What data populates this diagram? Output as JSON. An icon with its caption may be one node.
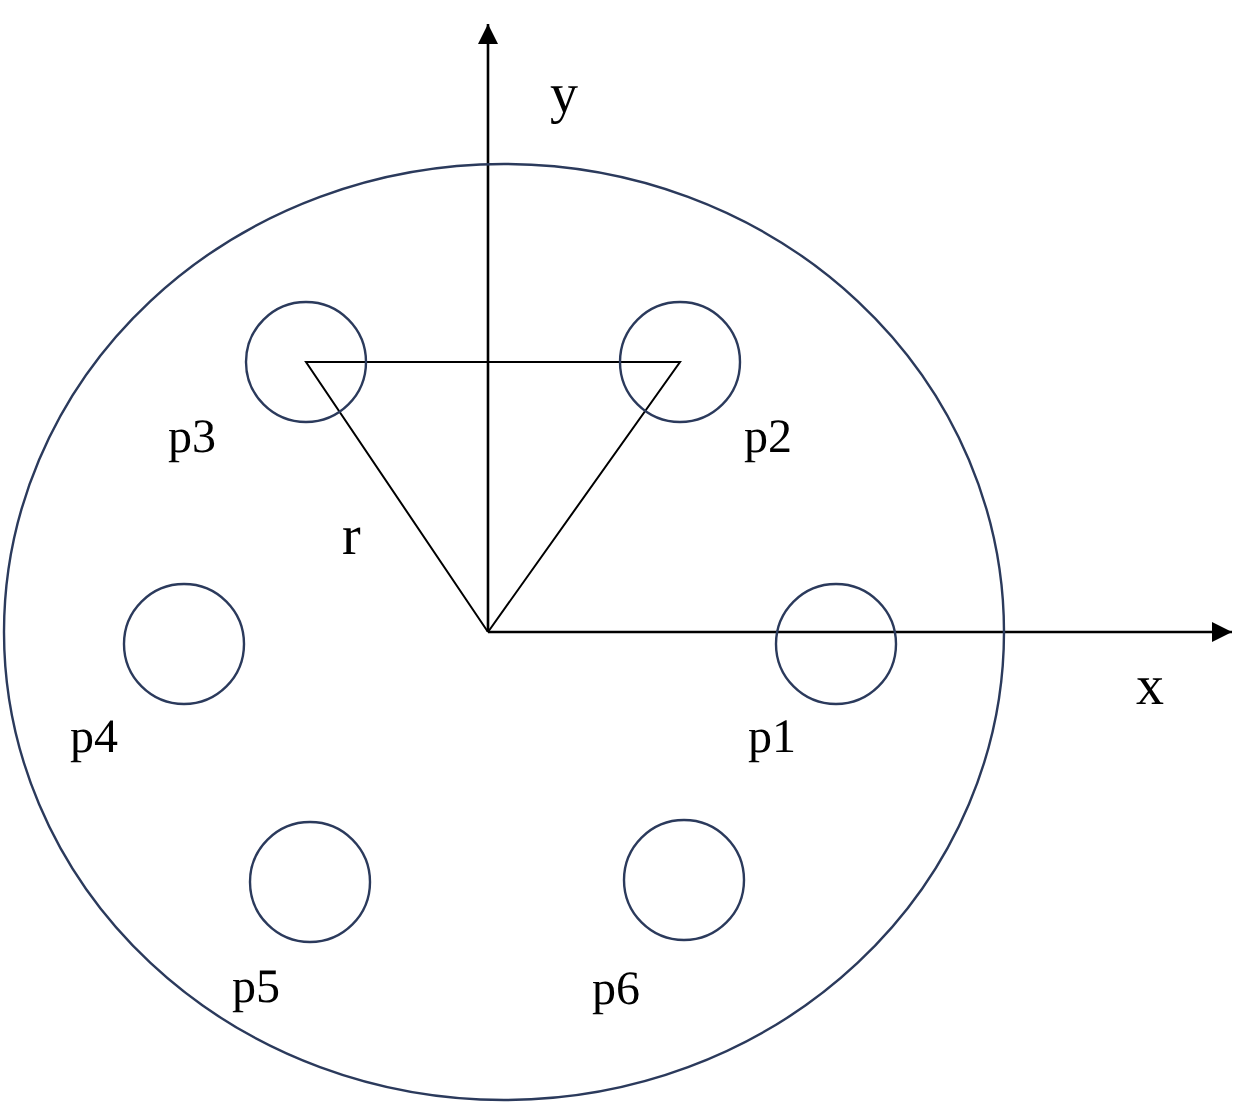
{
  "diagram": {
    "nodes": [
      {
        "text": [],
        "shape": "circle"
      },
      {
        "text": [],
        "shape": "circle",
        "in": 0,
        "beside": [
          "p3"
        ]
      },
      {
        "text": [],
        "shape": "circle",
        "in": 0,
        "beside": [
          "p2"
        ]
      },
      {
        "text": [],
        "shape": "circle",
        "in": 0,
        "beside": [
          "p4"
        ]
      },
      {
        "text": [],
        "shape": "circle",
        "in": 0,
        "beside": [
          "p1"
        ]
      },
      {
        "text": [],
        "shape": "circle",
        "in": 0,
        "beside": [
          "p5"
        ]
      },
      {
        "text": [],
        "shape": "circle",
        "in": 0,
        "beside": [
          "p6"
        ]
      }
    ],
    "edges": [],
    "labels": [
      "y",
      "r",
      "x"
    ]
  }
}
